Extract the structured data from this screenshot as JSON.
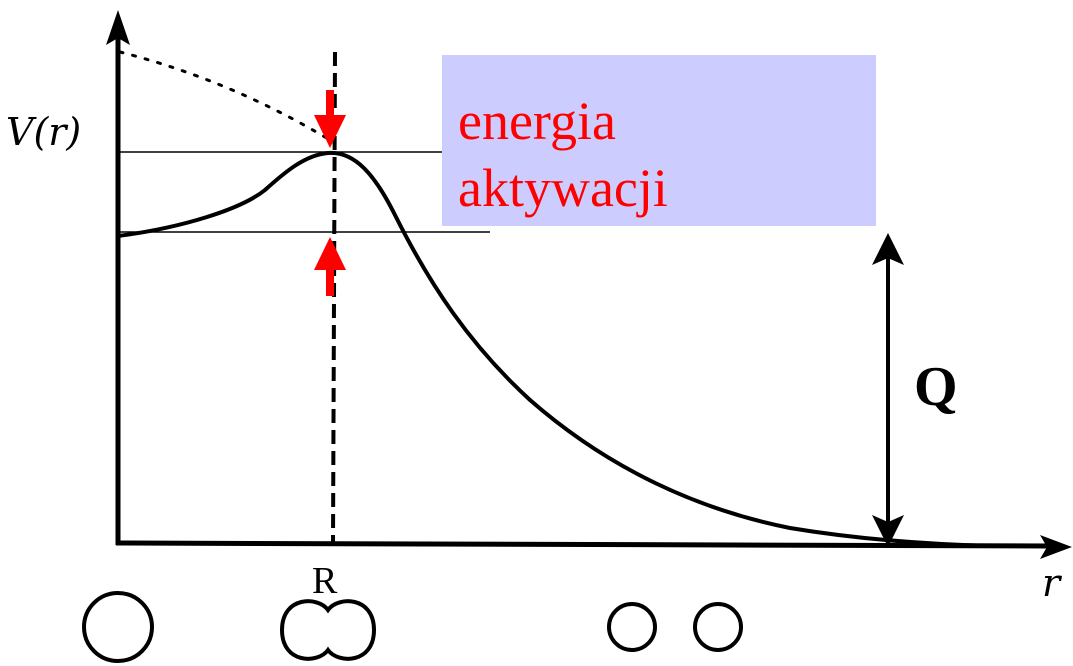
{
  "axes": {
    "y_label": "V(r)",
    "x_label": "r",
    "x_marker_label": "R"
  },
  "annotation": {
    "line1": "energia",
    "line2": "aktywacji",
    "box_color": "#ccccff",
    "text_color": "#ff0000"
  },
  "q_label": "Q",
  "colors": {
    "curve": "#000000",
    "arrow": "#ff0000"
  }
}
